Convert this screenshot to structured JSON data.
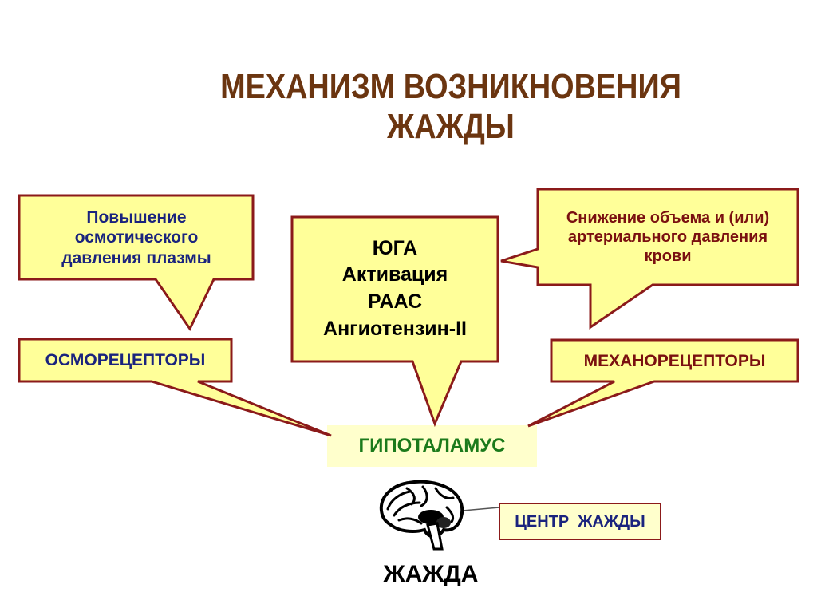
{
  "title": "МЕХАНИЗМ ВОЗНИКНОВЕНИЯ ЖАЖДЫ",
  "boxes": {
    "osmotic": {
      "lines": [
        "Повышение",
        "осмотического",
        "давления плазмы"
      ]
    },
    "raas": {
      "lines": [
        "ЮГА",
        "Активация",
        "РААС",
        "Ангиотензин-II"
      ]
    },
    "volume": {
      "lines": [
        "Снижение объема и (или)",
        "артериального давления",
        "крови"
      ]
    },
    "osmoreceptors": {
      "label": "ОСМОРЕЦЕПТОРЫ"
    },
    "mechanoreceptors": {
      "label": "МЕХАНОРЕЦЕПТОРЫ"
    },
    "hypothalamus": {
      "label": "ГИПОТАЛАМУС"
    },
    "thirst_center": {
      "label": "ЦЕНТР  ЖАЖДЫ"
    }
  },
  "thirst_label": "ЖАЖДА",
  "icons": {
    "brain": "brain-icon"
  },
  "colors": {
    "callout_fill": "#ffff99",
    "callout_border": "#8b1a1a",
    "hypothalamus_fill": "#ffffcc",
    "title": "#6b3510",
    "navy_text": "#1a237e",
    "maroon_text": "#7a1010",
    "green_text": "#1b7a1b"
  }
}
